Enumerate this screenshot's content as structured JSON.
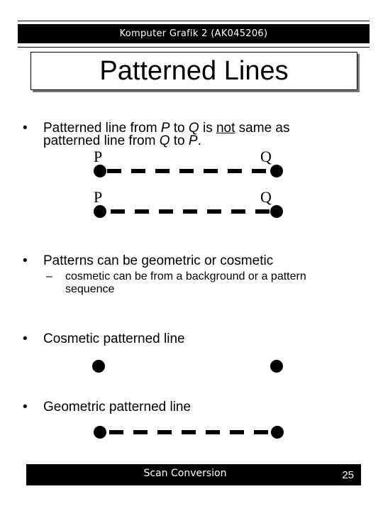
{
  "header": {
    "course": "Komputer Grafik 2 (AK045206)"
  },
  "slide": {
    "title": "Patterned Lines"
  },
  "bullets": {
    "b1_pre": "Patterned line from ",
    "b1_p1": "P",
    "b1_mid1": " to ",
    "b1_q1": "Q",
    "b1_mid2": " is ",
    "b1_not": "not",
    "b1_mid3": " same as",
    "b1_line2_pre": "patterned line from ",
    "b1_q2": "Q",
    "b1_mid4": " to ",
    "b1_p2": "P",
    "b1_end": ".",
    "b2": "Patterns can be geometric or cosmetic",
    "b2_sub_line1": "cosmetic can be from a background or a pattern",
    "b2_sub_line2": "sequence",
    "b3": "Cosmetic patterned line",
    "b4": "Geometric patterned line"
  },
  "labels": {
    "p_top": "P",
    "q_top": "Q",
    "p_bottom": "P",
    "q_bottom": "Q"
  },
  "footer": {
    "title": "Scan Conversion",
    "page": "25"
  },
  "symbols": {
    "bullet": "•",
    "dash": "–"
  }
}
